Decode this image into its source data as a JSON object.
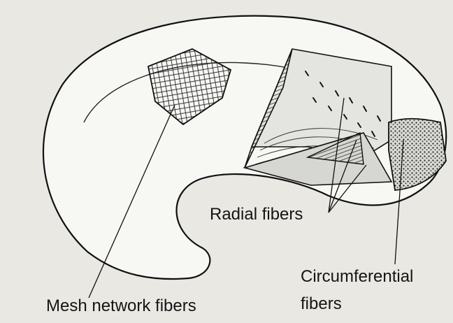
{
  "figure": {
    "labels": {
      "radial": "Radial fibers",
      "circumferential_line1": "Circumferential",
      "circumferential_line2": "fibers",
      "mesh": "Mesh network fibers"
    }
  },
  "colors": {
    "paper": "#e9e8e3",
    "ink": "#151515",
    "meniscus_fill": "#f7f7f4",
    "cut_face": "#cfcfcc"
  }
}
